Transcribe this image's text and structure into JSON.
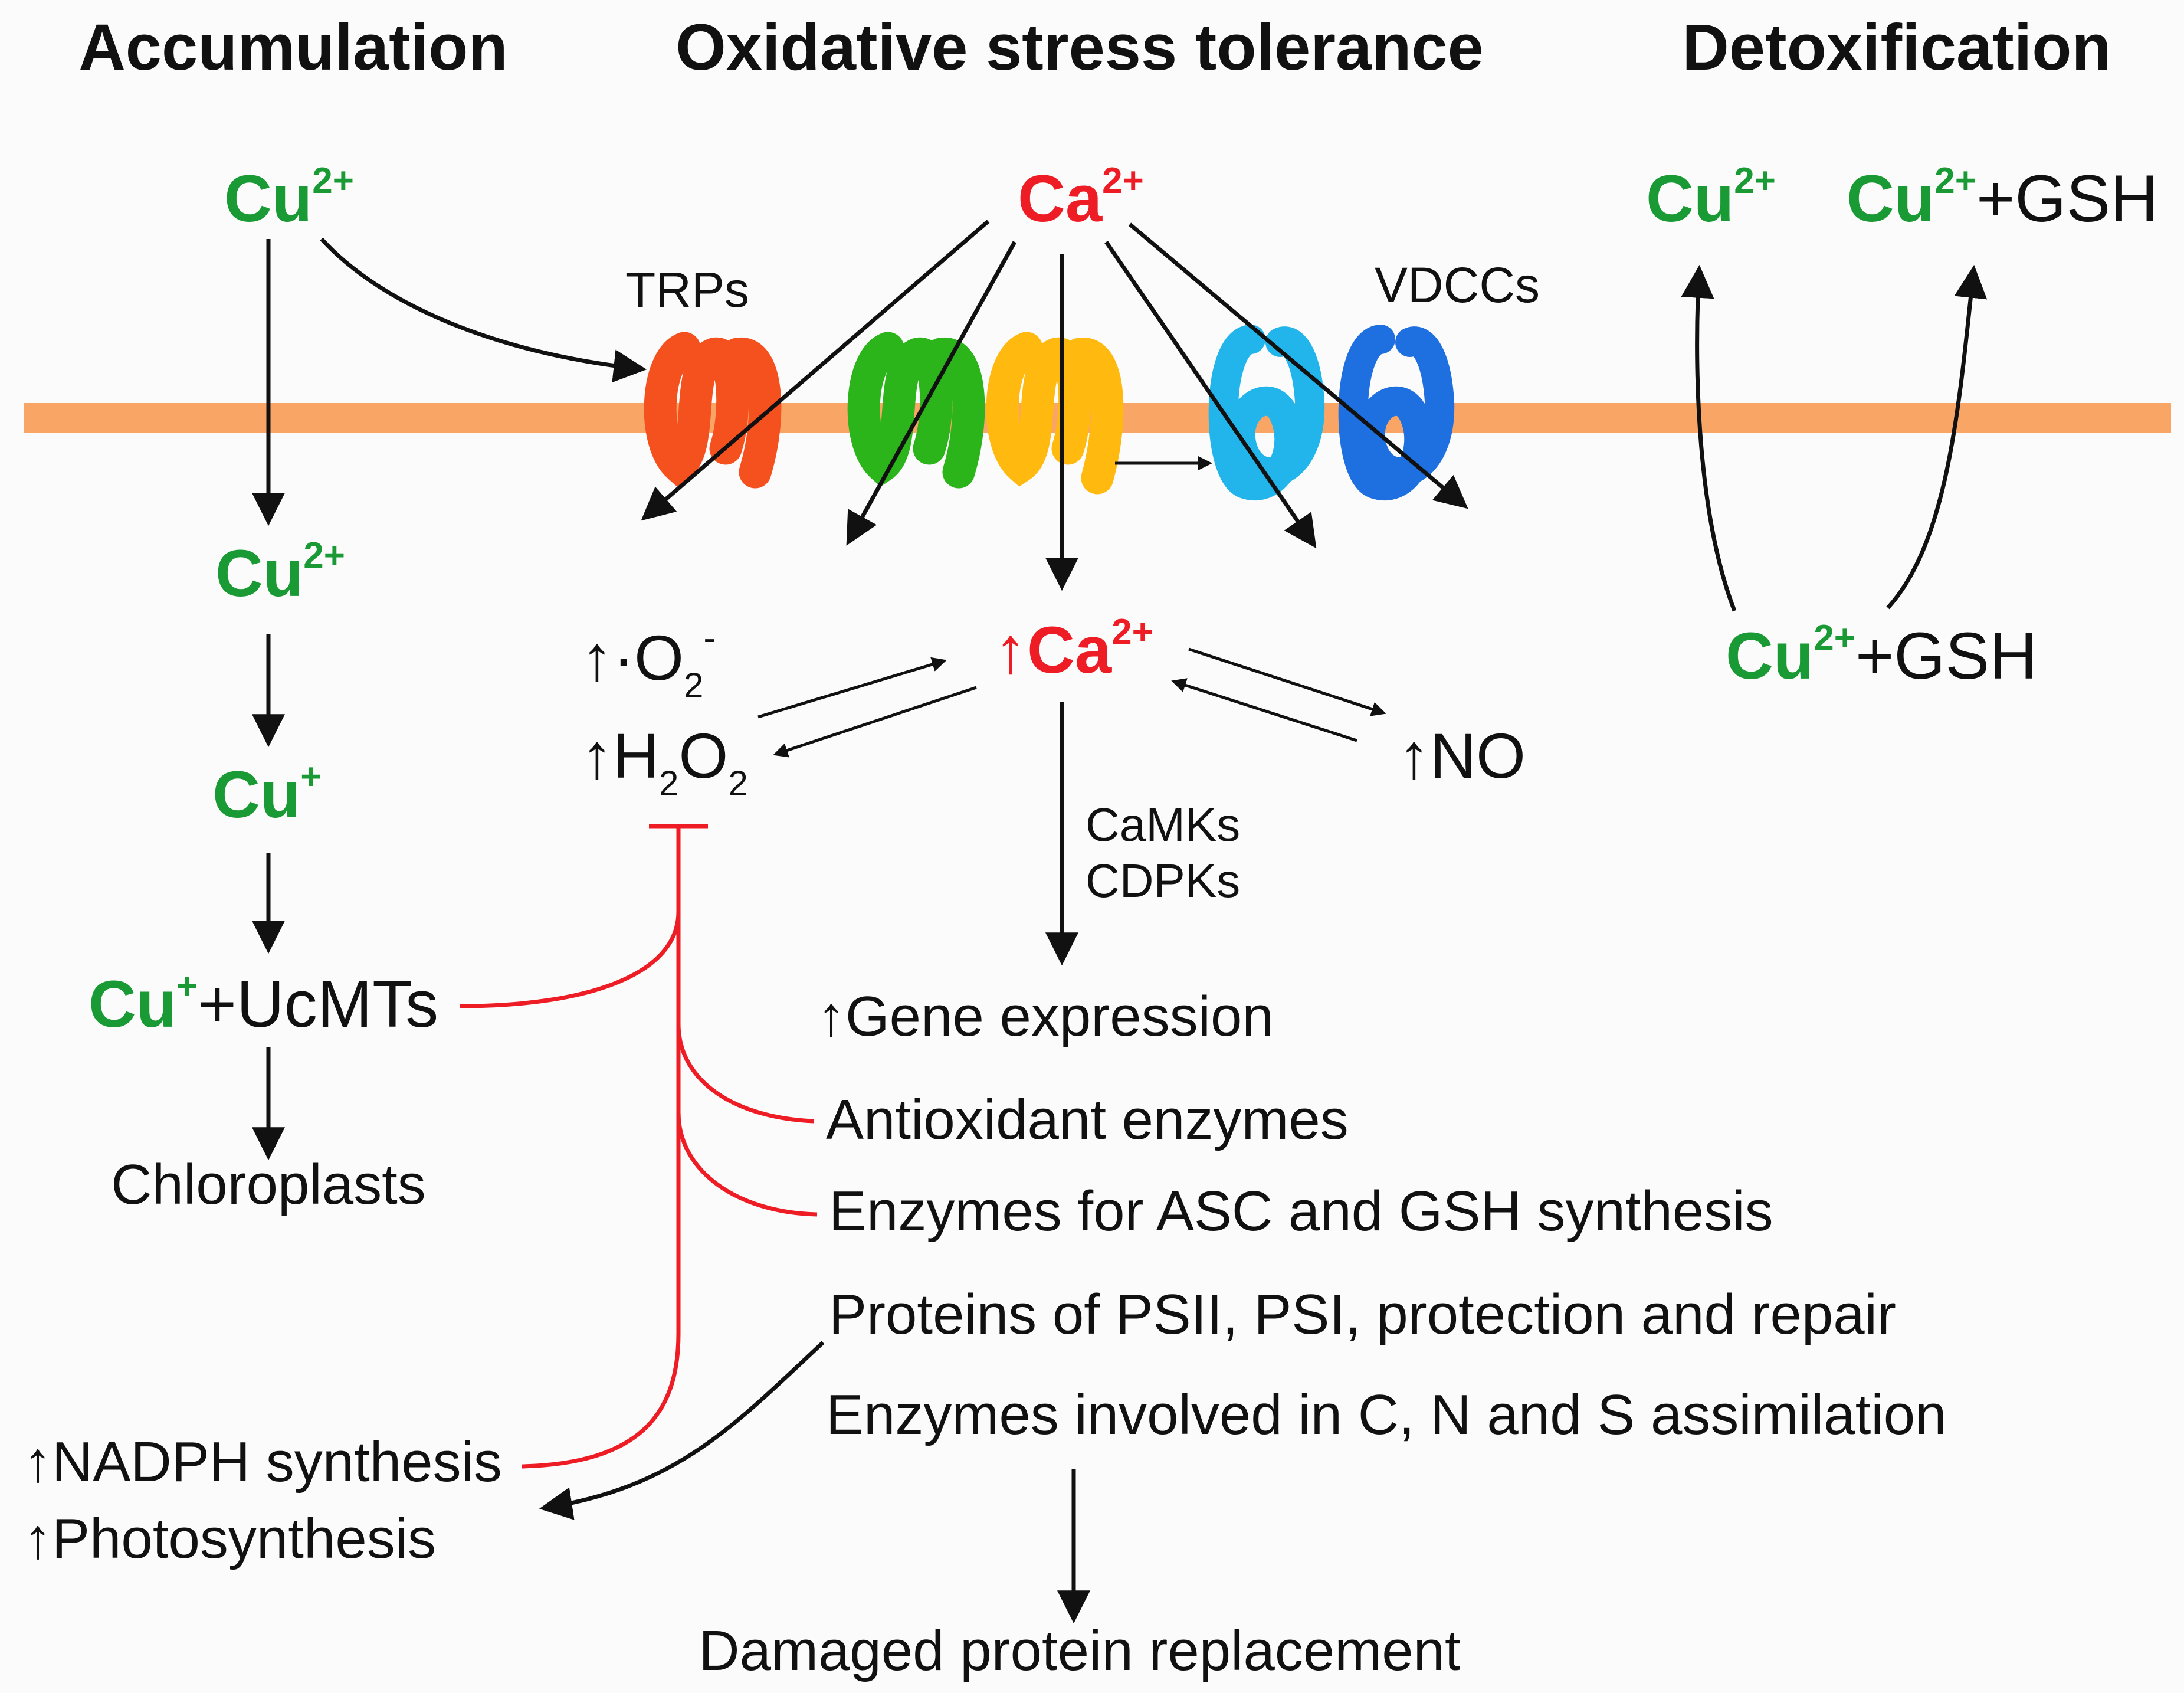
{
  "headers": {
    "accumulation": "Accumulation",
    "oxidative": "Oxidative stress tolerance",
    "detox": "Detoxification"
  },
  "ions": {
    "cu_base": "Cu",
    "cu2_charge": "2+",
    "cu1_charge": "+",
    "ca_base": "Ca",
    "ca2_charge": "2+",
    "up_arrow": "↑",
    "gsh_suffix": "+GSH",
    "ucmts_suffix": "+UcMTs"
  },
  "channels": {
    "trps": "TRPs",
    "vdccs": "VDCCs"
  },
  "ros": {
    "superoxide_prefix": "↑·O",
    "superoxide_sub": "2",
    "superoxide_sup": "-",
    "h2o2_prefix": "↑H",
    "h2o2_mid": "O",
    "sub2": "2",
    "no": "↑NO"
  },
  "kinases": {
    "camks": "CaMKs",
    "cdpks": "CDPKs"
  },
  "outputs": {
    "gene_expression": "↑Gene expression",
    "antioxidant": "Antioxidant enzymes",
    "asc_gsh": "Enzymes for ASC and GSH synthesis",
    "psii": "Proteins of PSII, PSI, protection and repair",
    "assimilation": "Enzymes involved in C, N and S assimilation",
    "damaged": "Damaged protein replacement",
    "chloroplasts": "Chloroplasts",
    "nadph": "↑NADPH synthesis",
    "photosynthesis": "↑Photosynthesis"
  },
  "colors": {
    "copper_green": "#1a9a35",
    "calcium_red": "#ee1c24",
    "membrane": "#f9a566",
    "inhibition_red": "#ee1c24",
    "channel_1": "#f4511e",
    "channel_2": "#2bb51a",
    "channel_3": "#ffb90f",
    "channel_4": "#22b5ec",
    "channel_5": "#1e6fe0"
  }
}
